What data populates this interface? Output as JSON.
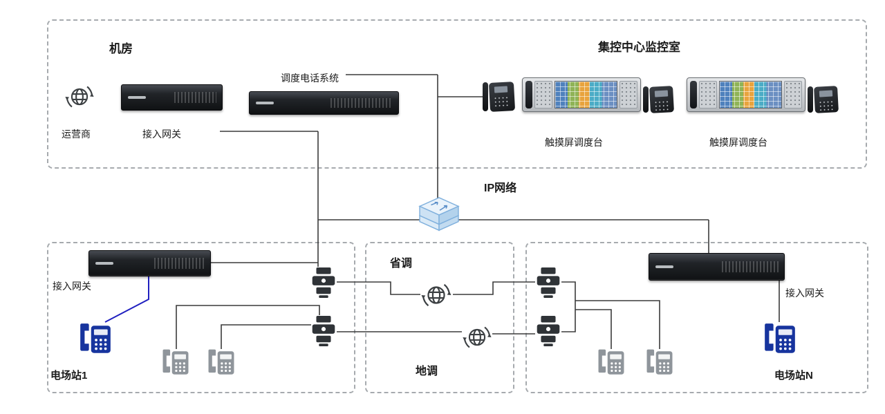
{
  "zones": {
    "machine_room": {
      "label": "机房"
    },
    "control_center": {
      "label": "集控中心监控室"
    },
    "station1": {
      "label": "电场站1",
      "gateway_label": "接入网关"
    },
    "stationN": {
      "label": "电场站N",
      "gateway_label": "接入网关"
    },
    "dispatch_mid": {
      "province_label": "省调",
      "local_label": "地调"
    }
  },
  "nodes": {
    "carrier_label": "运营商",
    "access_gateway_label": "接入网关",
    "dispatch_phone_system_label": "调度电话系统",
    "console1_label": "触摸屏调度台",
    "console2_label": "触摸屏调度台",
    "ip_network_label": "IP网络"
  },
  "icons": {
    "carrier": "globe-icon",
    "province_dispatch": "globe-icon",
    "local_dispatch": "globe-icon",
    "ip_switch": "switch-icon",
    "protocol_converter": "converter-icon",
    "desk_phone": "phone-icon"
  },
  "colors": {
    "connector_line": "#3a3a3a",
    "blue_line": "#2020c0",
    "blue_phone": "#17349e",
    "gray_phone": "#8f959b",
    "dashed_border": "#a6aaae",
    "switch_blue": "#7fb0dd"
  }
}
